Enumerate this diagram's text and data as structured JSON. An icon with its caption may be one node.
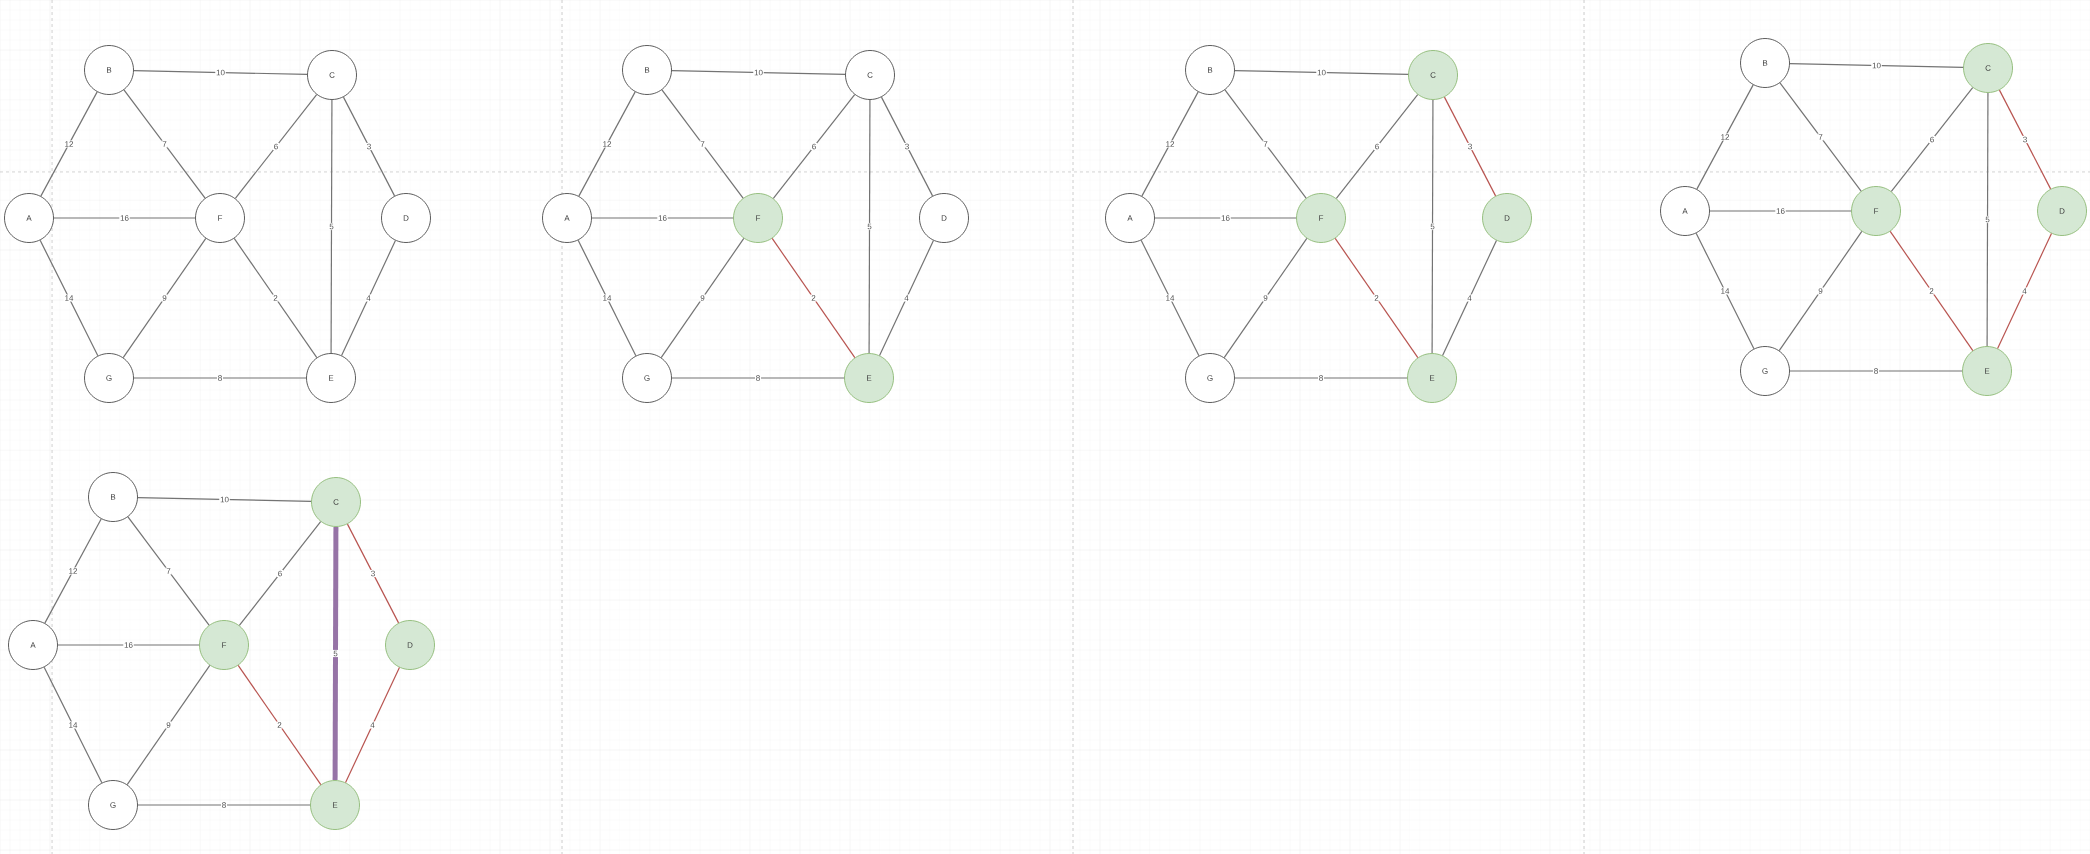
{
  "diagram": {
    "nodes": [
      {
        "text": [
          "A"
        ]
      },
      {
        "text": [
          "B"
        ]
      },
      {
        "text": [
          "C"
        ]
      },
      {
        "text": [
          "D"
        ]
      },
      {
        "text": [
          "E"
        ]
      },
      {
        "text": [
          "F"
        ]
      },
      {
        "text": [
          "G"
        ]
      },
      {
        "text": [
          "A"
        ]
      },
      {
        "text": [
          "B"
        ]
      },
      {
        "text": [
          "C"
        ]
      },
      {
        "text": [
          "D"
        ]
      },
      {
        "text": [
          "E"
        ]
      },
      {
        "text": [
          "F"
        ]
      },
      {
        "text": [
          "G"
        ]
      },
      {
        "text": [
          "A"
        ]
      },
      {
        "text": [
          "B"
        ]
      },
      {
        "text": [
          "C"
        ]
      },
      {
        "text": [
          "D"
        ]
      },
      {
        "text": [
          "E"
        ]
      },
      {
        "text": [
          "F"
        ]
      },
      {
        "text": [
          "G"
        ]
      },
      {
        "text": [
          "A"
        ]
      },
      {
        "text": [
          "B"
        ]
      },
      {
        "text": [
          "C"
        ]
      },
      {
        "text": [
          "D"
        ]
      },
      {
        "text": [
          "E"
        ]
      },
      {
        "text": [
          "F"
        ]
      },
      {
        "text": [
          "G"
        ]
      },
      {
        "text": [
          "A"
        ]
      },
      {
        "text": [
          "B"
        ]
      },
      {
        "text": [
          "C"
        ]
      },
      {
        "text": [
          "D"
        ]
      },
      {
        "text": [
          "E"
        ]
      },
      {
        "text": [
          "F"
        ]
      },
      {
        "text": [
          "G"
        ]
      }
    ],
    "edges": [
      {
        "from": 0,
        "to": 1,
        "arrow": "none",
        "label": "12"
      },
      {
        "from": 1,
        "to": 2,
        "arrow": "none",
        "label": "10"
      },
      {
        "from": 1,
        "to": 5,
        "arrow": "none",
        "label": "7"
      },
      {
        "from": 2,
        "to": 5,
        "arrow": "none",
        "label": "6"
      },
      {
        "from": 2,
        "to": 3,
        "arrow": "none",
        "label": "3"
      },
      {
        "from": 2,
        "to": 4,
        "arrow": "none",
        "label": "5"
      },
      {
        "from": 0,
        "to": 5,
        "arrow": "none",
        "label": "16"
      },
      {
        "from": 3,
        "to": 4,
        "arrow": "none",
        "label": "4"
      },
      {
        "from": 5,
        "to": 4,
        "arrow": "none",
        "label": "2"
      },
      {
        "from": 0,
        "to": 6,
        "arrow": "none",
        "label": "14"
      },
      {
        "from": 5,
        "to": 6,
        "arrow": "none",
        "label": "9"
      },
      {
        "from": 6,
        "to": 4,
        "arrow": "none",
        "label": "8"
      },
      {
        "from": 7,
        "to": 8,
        "arrow": "none",
        "label": "12"
      },
      {
        "from": 8,
        "to": 9,
        "arrow": "none",
        "label": "10"
      },
      {
        "from": 8,
        "to": 12,
        "arrow": "none",
        "label": "7"
      },
      {
        "from": 9,
        "to": 12,
        "arrow": "none",
        "label": "6"
      },
      {
        "from": 9,
        "to": 10,
        "arrow": "none",
        "label": "3"
      },
      {
        "from": 9,
        "to": 11,
        "arrow": "none",
        "label": "5"
      },
      {
        "from": 7,
        "to": 12,
        "arrow": "none",
        "label": "16"
      },
      {
        "from": 10,
        "to": 11,
        "arrow": "none",
        "label": "4"
      },
      {
        "from": 12,
        "to": 11,
        "arrow": "none",
        "label": "2",
        "color": "#b85450"
      },
      {
        "from": 7,
        "to": 13,
        "arrow": "none",
        "label": "14"
      },
      {
        "from": 12,
        "to": 13,
        "arrow": "none",
        "label": "9"
      },
      {
        "from": 13,
        "to": 11,
        "arrow": "none",
        "label": "8"
      },
      {
        "from": 14,
        "to": 15,
        "arrow": "none",
        "label": "12"
      },
      {
        "from": 15,
        "to": 16,
        "arrow": "none",
        "label": "10"
      },
      {
        "from": 15,
        "to": 19,
        "arrow": "none",
        "label": "7"
      },
      {
        "from": 16,
        "to": 19,
        "arrow": "none",
        "label": "6"
      },
      {
        "from": 16,
        "to": 17,
        "arrow": "none",
        "label": "3",
        "color": "#b85450"
      },
      {
        "from": 16,
        "to": 18,
        "arrow": "none",
        "label": "5"
      },
      {
        "from": 14,
        "to": 19,
        "arrow": "none",
        "label": "16"
      },
      {
        "from": 17,
        "to": 18,
        "arrow": "none",
        "label": "4"
      },
      {
        "from": 19,
        "to": 18,
        "arrow": "none",
        "label": "2",
        "color": "#b85450"
      },
      {
        "from": 14,
        "to": 20,
        "arrow": "none",
        "label": "14"
      },
      {
        "from": 19,
        "to": 20,
        "arrow": "none",
        "label": "9"
      },
      {
        "from": 20,
        "to": 18,
        "arrow": "none",
        "label": "8"
      },
      {
        "from": 21,
        "to": 22,
        "arrow": "none",
        "label": "12"
      },
      {
        "from": 22,
        "to": 23,
        "arrow": "none",
        "label": "10"
      },
      {
        "from": 22,
        "to": 26,
        "arrow": "none",
        "label": "7"
      },
      {
        "from": 23,
        "to": 26,
        "arrow": "none",
        "label": "6"
      },
      {
        "from": 23,
        "to": 24,
        "arrow": "none",
        "label": "3",
        "color": "#b85450"
      },
      {
        "from": 23,
        "to": 25,
        "arrow": "none",
        "label": "5"
      },
      {
        "from": 21,
        "to": 26,
        "arrow": "none",
        "label": "16"
      },
      {
        "from": 24,
        "to": 25,
        "arrow": "none",
        "label": "4",
        "color": "#b85450"
      },
      {
        "from": 26,
        "to": 25,
        "arrow": "none",
        "label": "2",
        "color": "#b85450"
      },
      {
        "from": 21,
        "to": 27,
        "arrow": "none",
        "label": "14"
      },
      {
        "from": 26,
        "to": 27,
        "arrow": "none",
        "label": "9"
      },
      {
        "from": 27,
        "to": 25,
        "arrow": "none",
        "label": "8"
      },
      {
        "from": 28,
        "to": 29,
        "arrow": "none",
        "label": "12"
      },
      {
        "from": 29,
        "to": 30,
        "arrow": "none",
        "label": "10"
      },
      {
        "from": 29,
        "to": 33,
        "arrow": "none",
        "label": "7"
      },
      {
        "from": 30,
        "to": 33,
        "arrow": "none",
        "label": "6"
      },
      {
        "from": 30,
        "to": 31,
        "arrow": "none",
        "label": "3",
        "color": "#b85450"
      },
      {
        "from": 30,
        "to": 32,
        "arrow": "none",
        "label": "5",
        "style": "thick",
        "color": "#9673a6"
      },
      {
        "from": 28,
        "to": 33,
        "arrow": "none",
        "label": "16"
      },
      {
        "from": 31,
        "to": 32,
        "arrow": "none",
        "label": "4",
        "color": "#b85450"
      },
      {
        "from": 33,
        "to": 32,
        "arrow": "none",
        "label": "2",
        "color": "#b85450"
      },
      {
        "from": 28,
        "to": 34,
        "arrow": "none",
        "label": "14"
      },
      {
        "from": 33,
        "to": 34,
        "arrow": "none",
        "label": "9"
      },
      {
        "from": 34,
        "to": 32,
        "arrow": "none",
        "label": "8"
      }
    ]
  }
}
